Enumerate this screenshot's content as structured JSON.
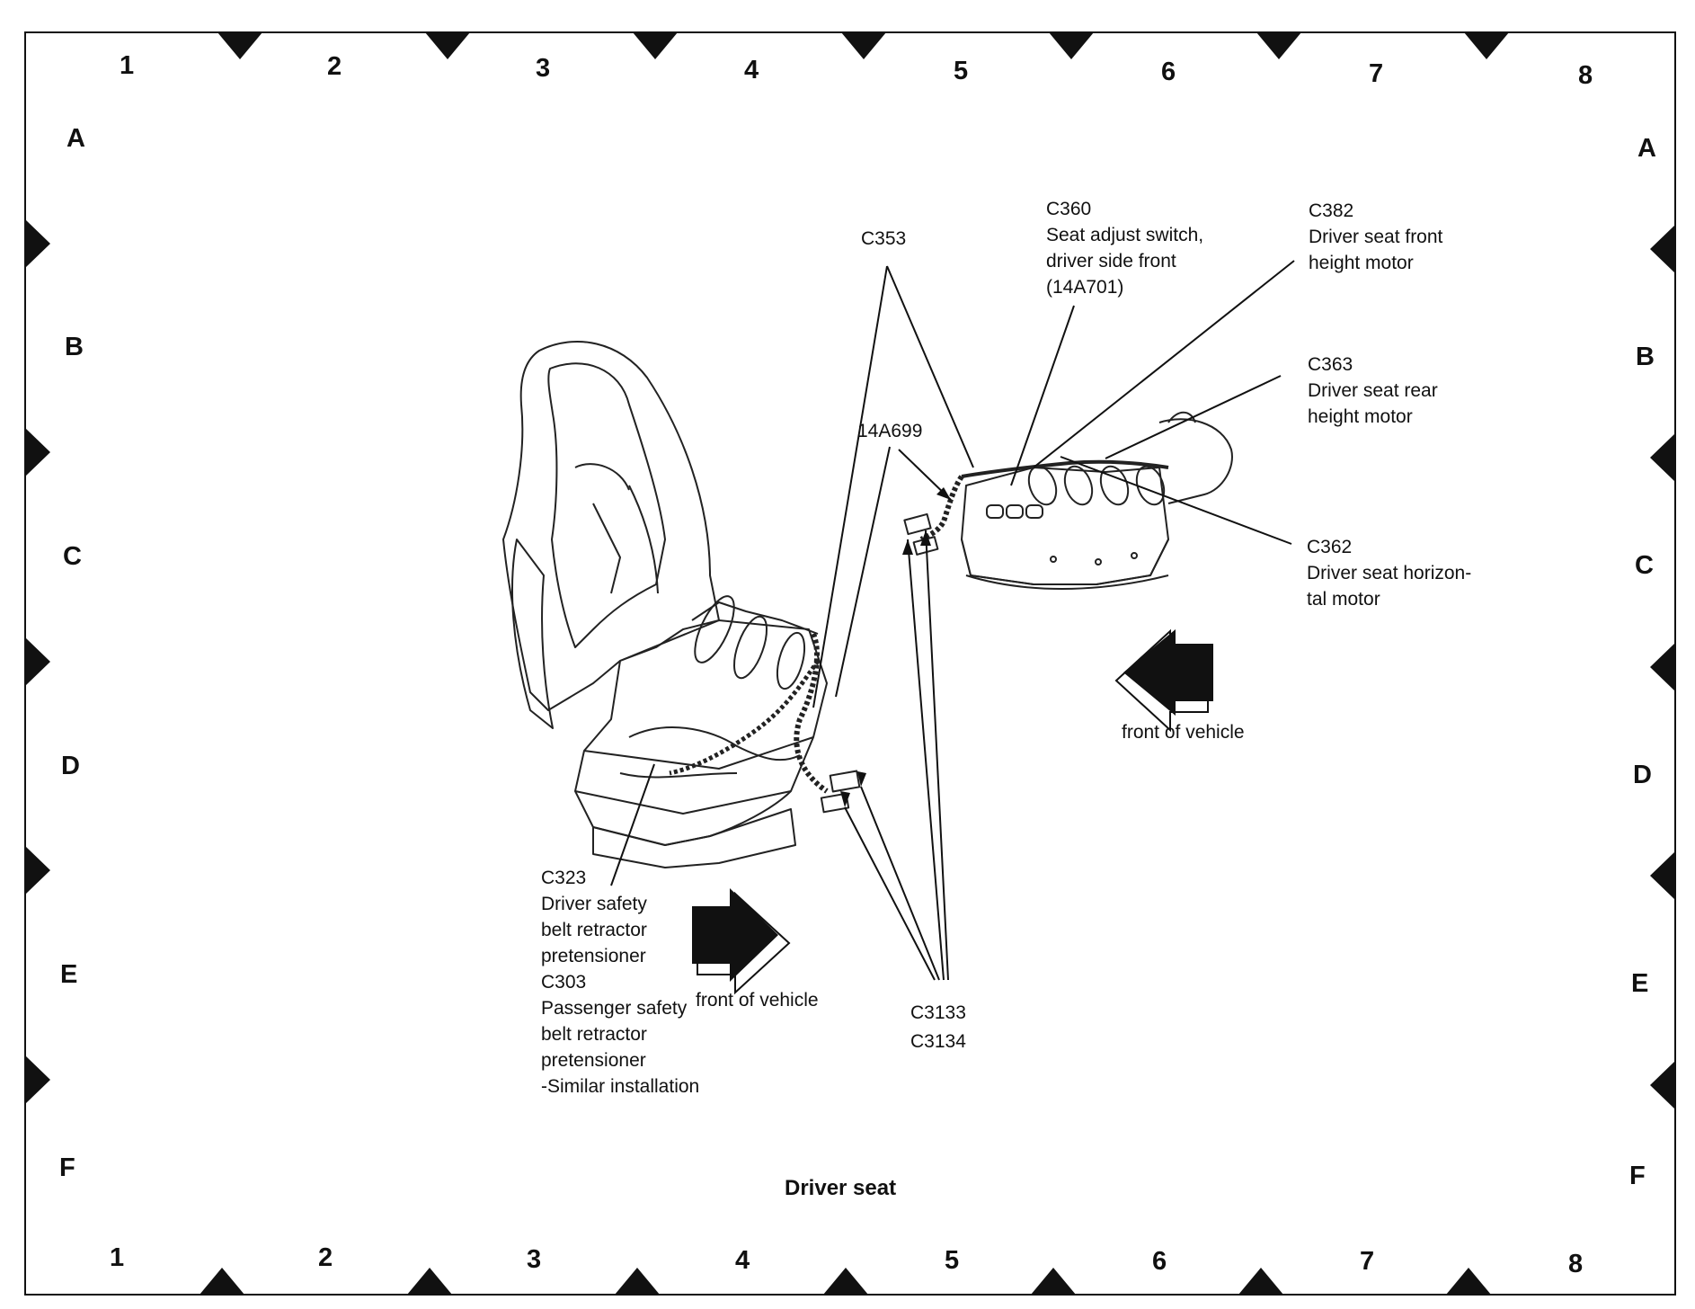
{
  "diagram": {
    "title": "Driver seat",
    "grid": {
      "columns": [
        "1",
        "2",
        "3",
        "4",
        "5",
        "6",
        "7",
        "8"
      ],
      "rows": [
        "A",
        "B",
        "C",
        "D",
        "E",
        "F"
      ]
    },
    "callouts": {
      "c353": "C353",
      "c360": [
        "C360",
        "Seat adjust switch,",
        "driver side front",
        "(14A701)"
      ],
      "c382": [
        "C382",
        "Driver seat front",
        "height motor"
      ],
      "c363": [
        "C363",
        "Driver seat rear",
        "height motor"
      ],
      "c362": [
        "C362",
        "Driver seat horizon-",
        "tal motor"
      ],
      "harness": "14A699",
      "c323": [
        "C323",
        "Driver safety",
        "belt retractor",
        "pretensioner",
        "C303",
        "Passenger safety",
        "belt retractor",
        "pretensioner",
        "-Similar installation"
      ],
      "c3133": [
        "C3133",
        "C3134"
      ]
    },
    "arrows": {
      "front_right": "front of vehicle",
      "front_left": "front of vehicle"
    }
  }
}
